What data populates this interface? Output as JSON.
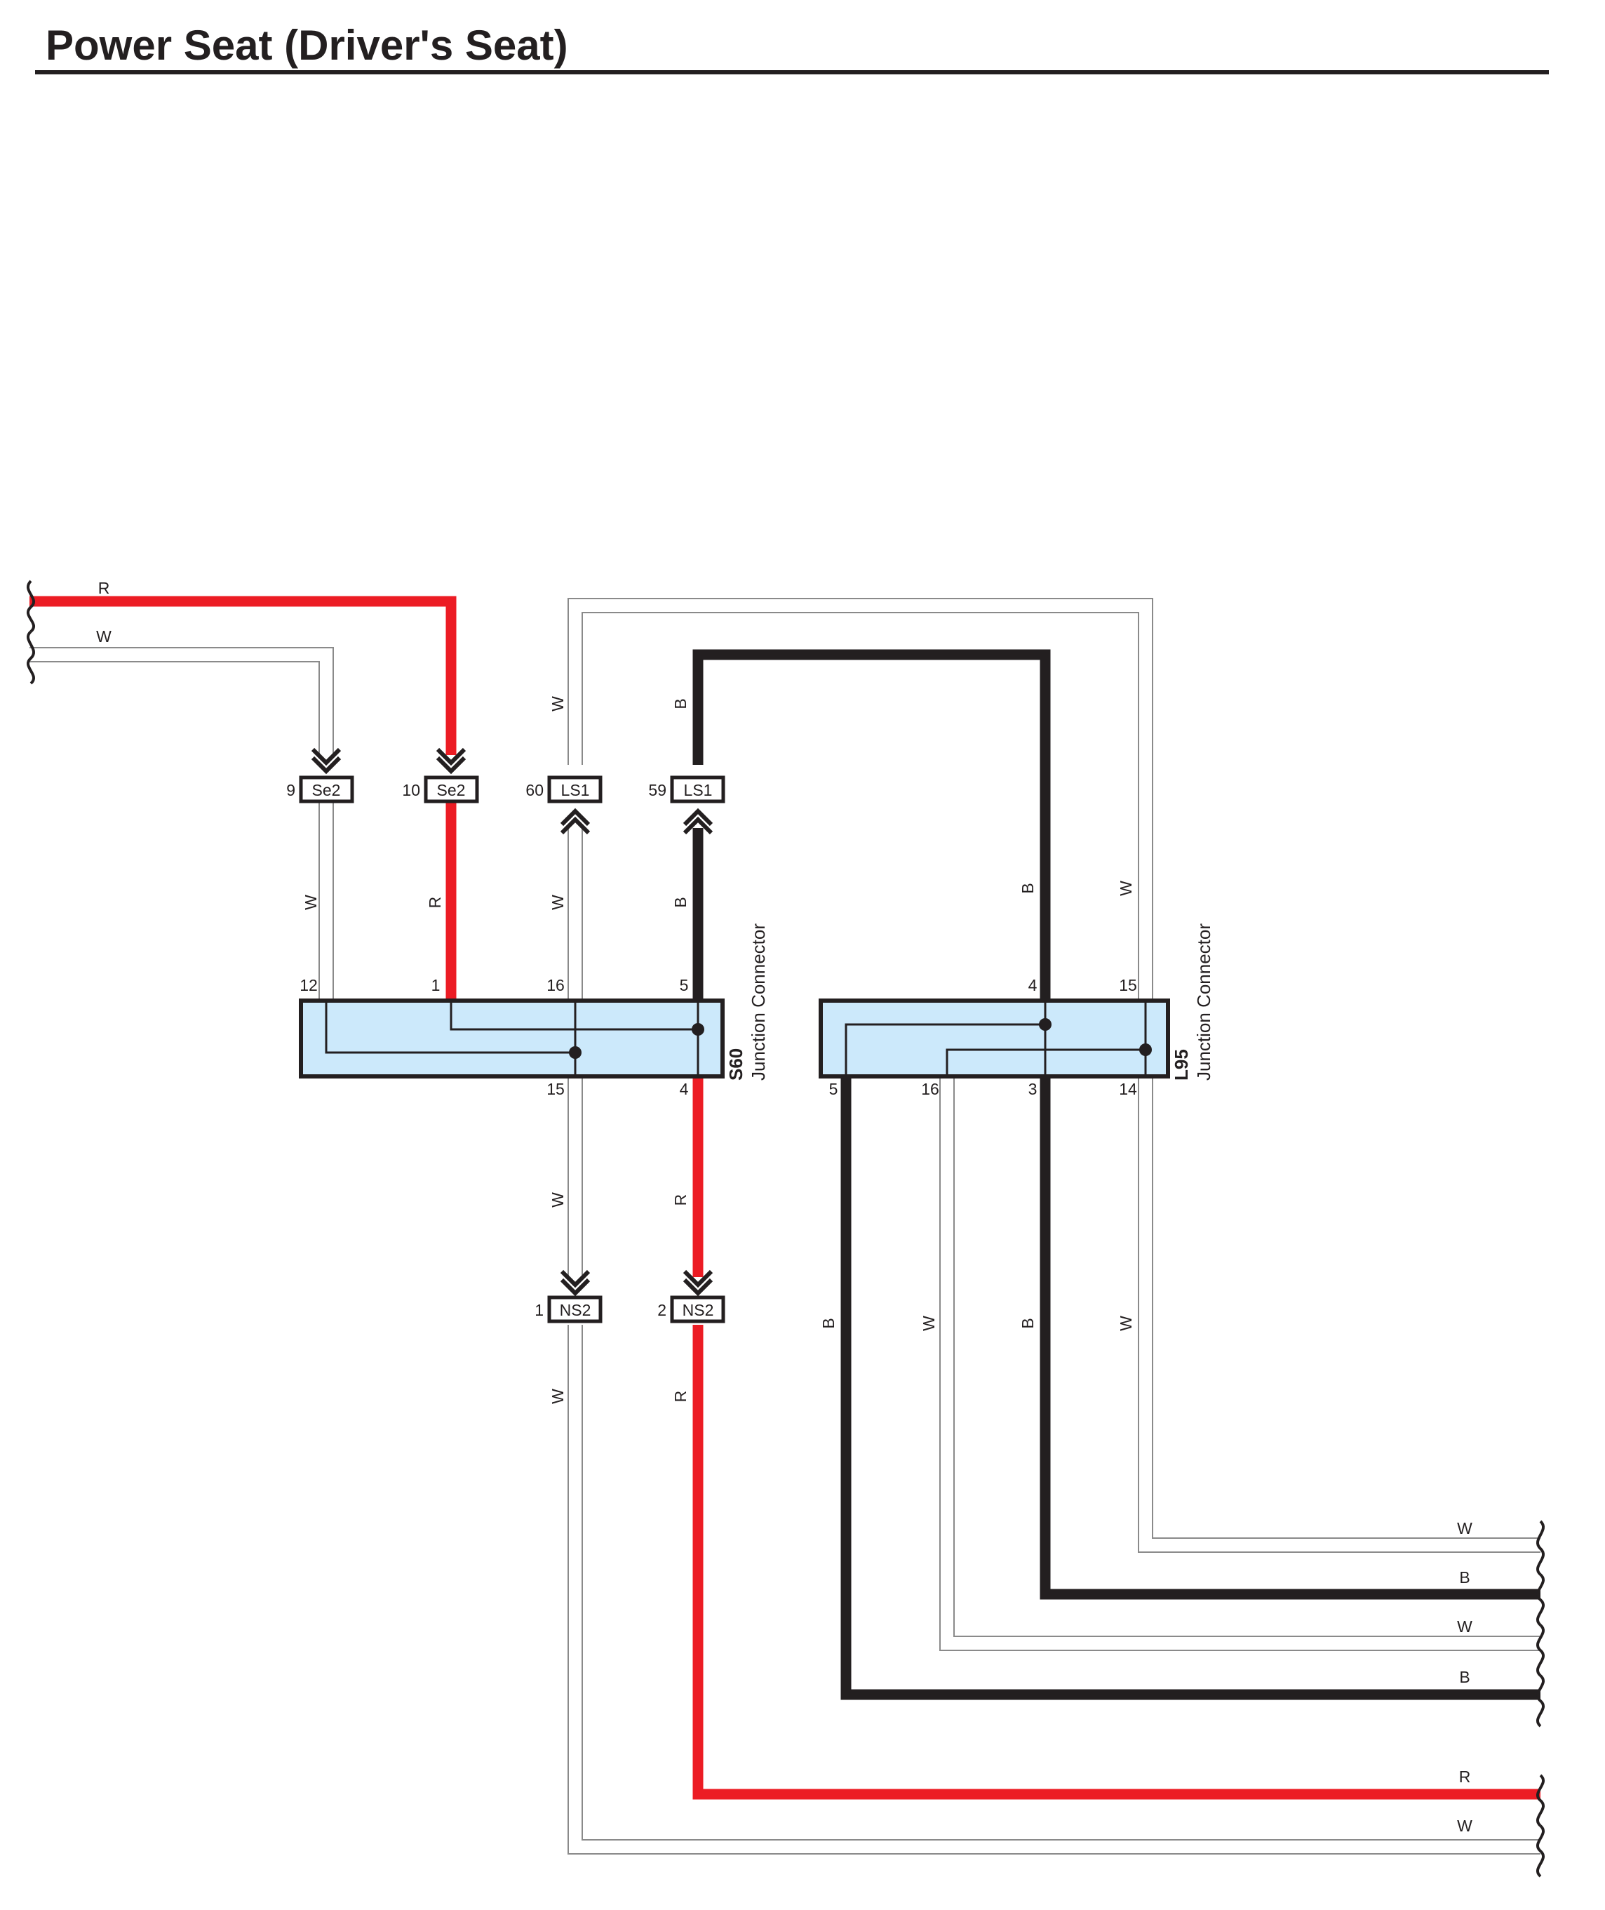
{
  "title": "Power Seat (Driver's Seat)",
  "colors": {
    "red_wire": "#ec1c24",
    "black_wire": "#231f20",
    "white_wire_outline": "#8a8a8a",
    "junction_fill": "#cce9fb",
    "junction_border": "#231f20"
  },
  "connectors": {
    "se2_pin9": {
      "name": "Se2",
      "pin": "9"
    },
    "se2_pin10": {
      "name": "Se2",
      "pin": "10"
    },
    "ls1_pin60": {
      "name": "LS1",
      "pin": "60"
    },
    "ls1_pin59": {
      "name": "LS1",
      "pin": "59"
    },
    "ns2_pin1": {
      "name": "NS2",
      "pin": "1"
    },
    "ns2_pin2": {
      "name": "NS2",
      "pin": "2"
    }
  },
  "junctions": {
    "s60": {
      "code": "S60",
      "description": "Junction Connector",
      "top_pins": [
        "12",
        "1",
        "16",
        "5"
      ],
      "bottom_pins": [
        "15",
        "4"
      ]
    },
    "l95": {
      "code": "L95",
      "description": "Junction Connector",
      "top_pins": [
        "4",
        "15"
      ],
      "bottom_pins": [
        "5",
        "16",
        "3",
        "14"
      ]
    }
  },
  "wire_labels": {
    "left_in_r": "R",
    "left_in_w": "W",
    "se2_9_w": "W",
    "se2_10_r": "R",
    "ls1_60_w_top": "W",
    "ls1_60_w_bot": "W",
    "ls1_59_b_top": "B",
    "ls1_59_b_bot": "B",
    "l95_4_b": "B",
    "l95_15_w": "W",
    "s60_15_w": "W",
    "s60_4_r": "R",
    "ns2_1_w": "W",
    "ns2_2_r": "R",
    "l95_5_b": "B",
    "l95_16_w": "W",
    "l95_3_b": "B",
    "l95_14_w": "W",
    "right_out_1": "W",
    "right_out_2": "B",
    "right_out_3": "W",
    "right_out_4": "B",
    "right_out_5": "R",
    "right_out_6": "W"
  }
}
